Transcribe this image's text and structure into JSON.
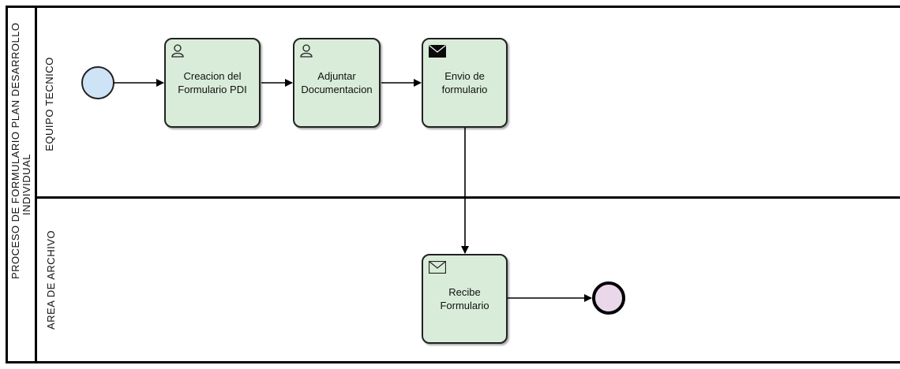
{
  "pool": {
    "title_line1": "PROCESO DE FORMULARIO PLAN DESARROLLO",
    "title_line2": "INDIVIDUAL"
  },
  "lanes": [
    {
      "label": "EQUIPO TECNICO"
    },
    {
      "label": "AREA DE ARCHIVO"
    }
  ],
  "tasks": [
    {
      "line1": "Creacion del",
      "line2": "Formulario PDI",
      "icon": "user-icon"
    },
    {
      "line1": "Adjuntar",
      "line2": "Documentacion",
      "icon": "user-icon"
    },
    {
      "line1": "Envio de",
      "line2": "formulario",
      "icon": "send-message-icon"
    },
    {
      "line1": "Recibe",
      "line2": "Formulario",
      "icon": "receive-message-icon"
    }
  ],
  "events": {
    "start": {
      "fill": "#cfe3f7"
    },
    "end": {
      "fill": "#ead7ea"
    }
  },
  "colors": {
    "task_fill": "#d9ecd9",
    "stroke": "#222222"
  }
}
